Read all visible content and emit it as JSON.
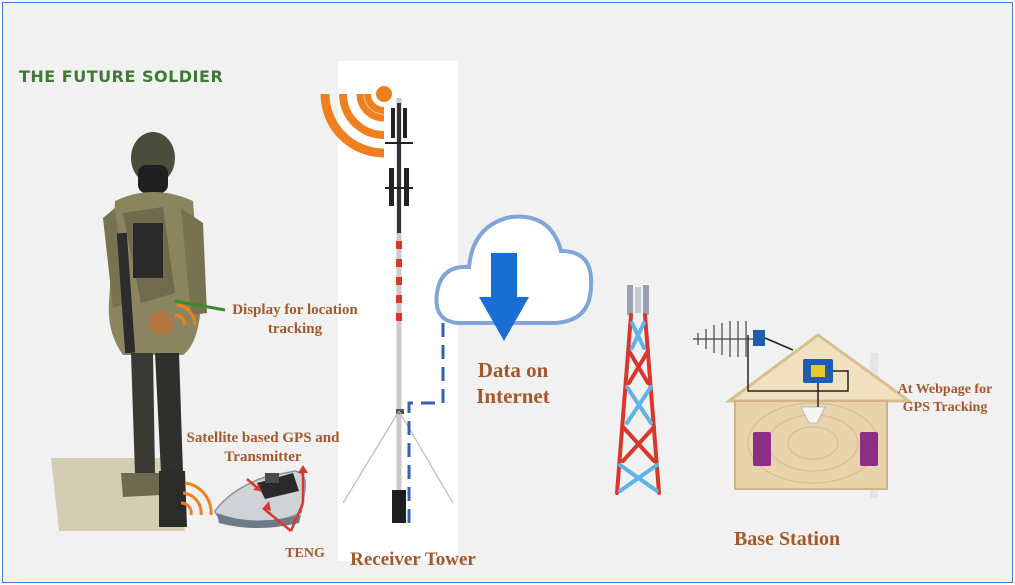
{
  "title": "THE FUTURE SOLDIER",
  "labels": {
    "display": [
      "Display for location",
      "tracking"
    ],
    "gps": [
      "Satellite based GPS and",
      "Transmitter"
    ],
    "teng": "TENG",
    "receiver": "Receiver Tower",
    "data": [
      "Data on",
      "Internet"
    ],
    "webpage": [
      "At Webpage for",
      "GPS Tracking"
    ],
    "base": "Base Station"
  },
  "colors": {
    "label": "#a4582b",
    "title": "#3f7a34",
    "signal": "#f0801e",
    "dashed_link": "#2f63b3",
    "arrow": "#1a6fd6",
    "tower_red": "#d9362c",
    "tower_blue": "#5fb3e6",
    "house": "#e8d3ad",
    "roof": "#f2e0c0"
  }
}
